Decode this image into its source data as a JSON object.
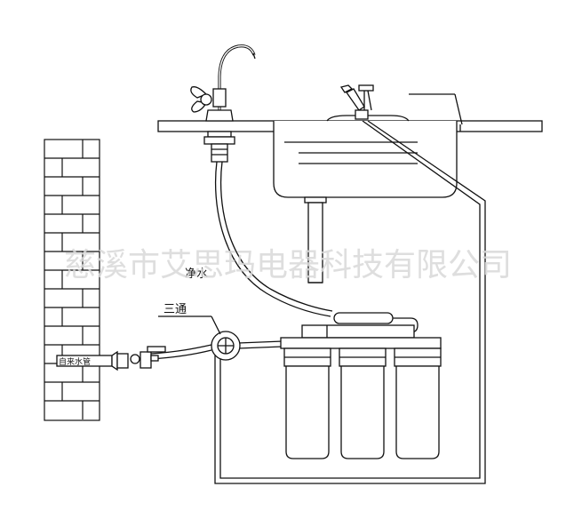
{
  "labels": {
    "tap_water_pipe": "自来水管",
    "tee": "三通",
    "pure_water": "净水"
  },
  "watermark": "慈溪市艾思玛电器科技有限公司",
  "colors": {
    "line": "#111111",
    "watermark": "#d9d9d9",
    "background": "#ffffff"
  }
}
